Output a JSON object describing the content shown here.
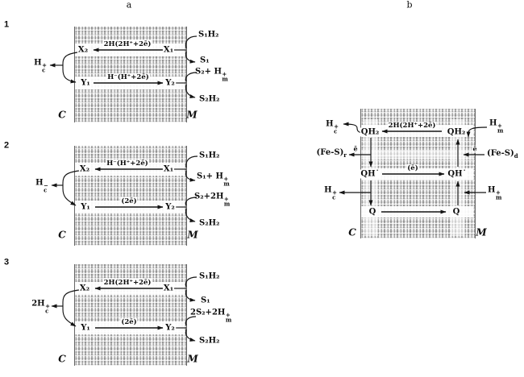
{
  "figure": {
    "columns": {
      "a": "a",
      "b": "b"
    },
    "sides": {
      "c": "C",
      "m": "M"
    },
    "schemes": {
      "s1": {
        "number": "1",
        "x2": "X₂",
        "x1": "X₁",
        "y1": "Y₁",
        "y2": "Y₂",
        "top_arrow": "2H(2H⁺+2ē)",
        "bottom_arrow": "H⁻(H⁺+2ē)",
        "ejected": {
          "pre": "H",
          "sup": "+",
          "sub": "c"
        },
        "substrate1_in": "S₁H₂",
        "substrate1_out": "S₁",
        "substrate2_in": {
          "pre": "S₂+ H",
          "sup": "+",
          "sub": "m"
        },
        "substrate2_out": "S₂H₂"
      },
      "s2": {
        "number": "2",
        "x2": "X₂",
        "x1": "X₁",
        "y1": "Y₁",
        "y2": "Y₂",
        "top_arrow": "H⁻(H⁺+2ē)",
        "bottom_arrow": "(2ē)",
        "ejected": {
          "pre": "H",
          "sup": "−",
          "sub": "c"
        },
        "substrate1_in": "S₁H₂",
        "substrate1_out": {
          "pre": "S₁+ H",
          "sup": "+",
          "sub": "m"
        },
        "substrate2_in": {
          "pre": "S₂+2H",
          "sup": "+",
          "sub": "m"
        },
        "substrate2_out": "S₂H₂"
      },
      "s3": {
        "number": "3",
        "x2": "X₂",
        "x1": "X₁",
        "y1": "Y₁",
        "y2": "Y₂",
        "top_arrow": "2H(2H⁺+2ē)",
        "bottom_arrow": "(2ē)",
        "ejected": {
          "pre": "2H",
          "sup": "+",
          "sub": "c"
        },
        "substrate1_in": "S₁H₂",
        "substrate1_out": "S₁",
        "substrate2_in": {
          "pre": "2S₂+2H",
          "sup": "+",
          "sub": "m"
        },
        "substrate2_out": "S₂H₂"
      }
    },
    "q_cycle": {
      "top_arrow": "2H(2H⁺+2ē)",
      "electron_transfer": "(ē)",
      "qh2_left": "QH₂",
      "qh2_right": "QH₂",
      "semiquinone_left": "QH˙",
      "semiquinone_right": "QH˙",
      "q_left": "Q",
      "q_right": "Q",
      "h_c_top": {
        "pre": "H",
        "sup": "+",
        "sub": "c"
      },
      "h_c_bottom": {
        "pre": "H",
        "sup": "+",
        "sub": "c"
      },
      "h_m_top": {
        "pre": "H",
        "sup": "+",
        "sub": "m"
      },
      "h_m_bottom": {
        "pre": "H",
        "sup": "+",
        "sub": "m"
      },
      "fes_left": {
        "pre": "(Fe-S)",
        "sub": "r"
      },
      "fes_right": {
        "pre": "(Fe-S)",
        "sub": "d"
      },
      "e_left": "ē",
      "e_right": "ē"
    }
  }
}
